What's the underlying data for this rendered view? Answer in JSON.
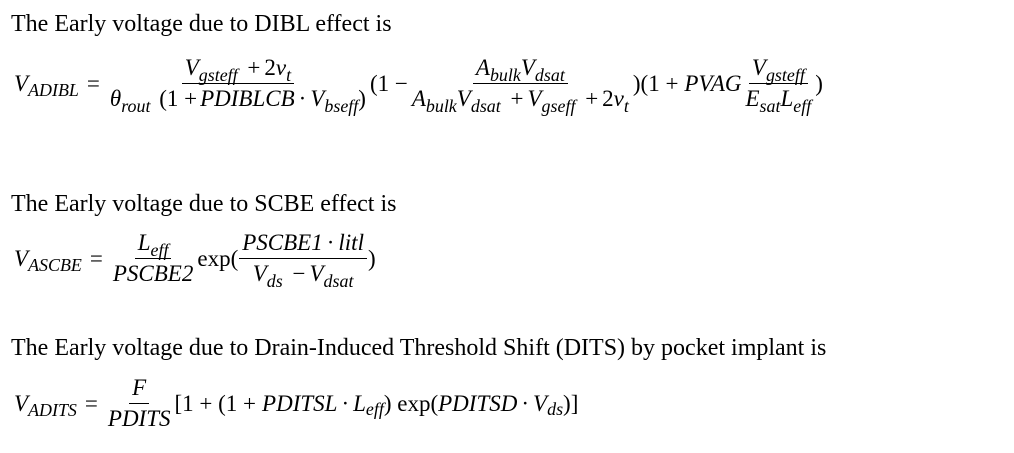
{
  "paragraphs": {
    "dibl": "The Early voltage due to DIBL effect is",
    "scbe": "The Early voltage due to SCBE effect is",
    "dits": "The Early voltage due to Drain-Induced Threshold Shift (DITS) by pocket implant is"
  },
  "sym": {
    "V": "V",
    "L": "L",
    "E": "E",
    "A": "A",
    "F": "F",
    "v": "v",
    "theta": "θ",
    "eq": "=",
    "plus": "+",
    "minus": "−",
    "cdot": "·",
    "two": "2",
    "one": "1",
    "lparen": "(",
    "rparen": ")",
    "lbrack": "[",
    "rbrack": "]",
    "one_plus": "(1 +",
    "one_minus": "(1 −",
    "close_one_plus": ")(1 +",
    "exp": "exp(",
    "bracket_open": "[1 + (1 +",
    "close_exp": ") exp(",
    "close_end": ")]"
  },
  "subs": {
    "adibl": "ADIBL",
    "ascbe": "ASCBE",
    "adits": "ADITS",
    "gsteff": "gsteff",
    "gseff": "gseff",
    "t": "t",
    "rout": "rout",
    "bseff": "bseff",
    "bulk": "bulk",
    "dsat": "dsat",
    "sat": "sat",
    "eff": "eff",
    "ds": "ds"
  },
  "params": {
    "pdiblcb": "PDIBLCB",
    "pvag": "PVAG",
    "pscbe1": "PSCBE1",
    "pscbe2": "PSCBE2",
    "litl": "litl",
    "pdits": "PDITS",
    "pditsl": "PDITSL",
    "pditsd": "PDITSD"
  }
}
